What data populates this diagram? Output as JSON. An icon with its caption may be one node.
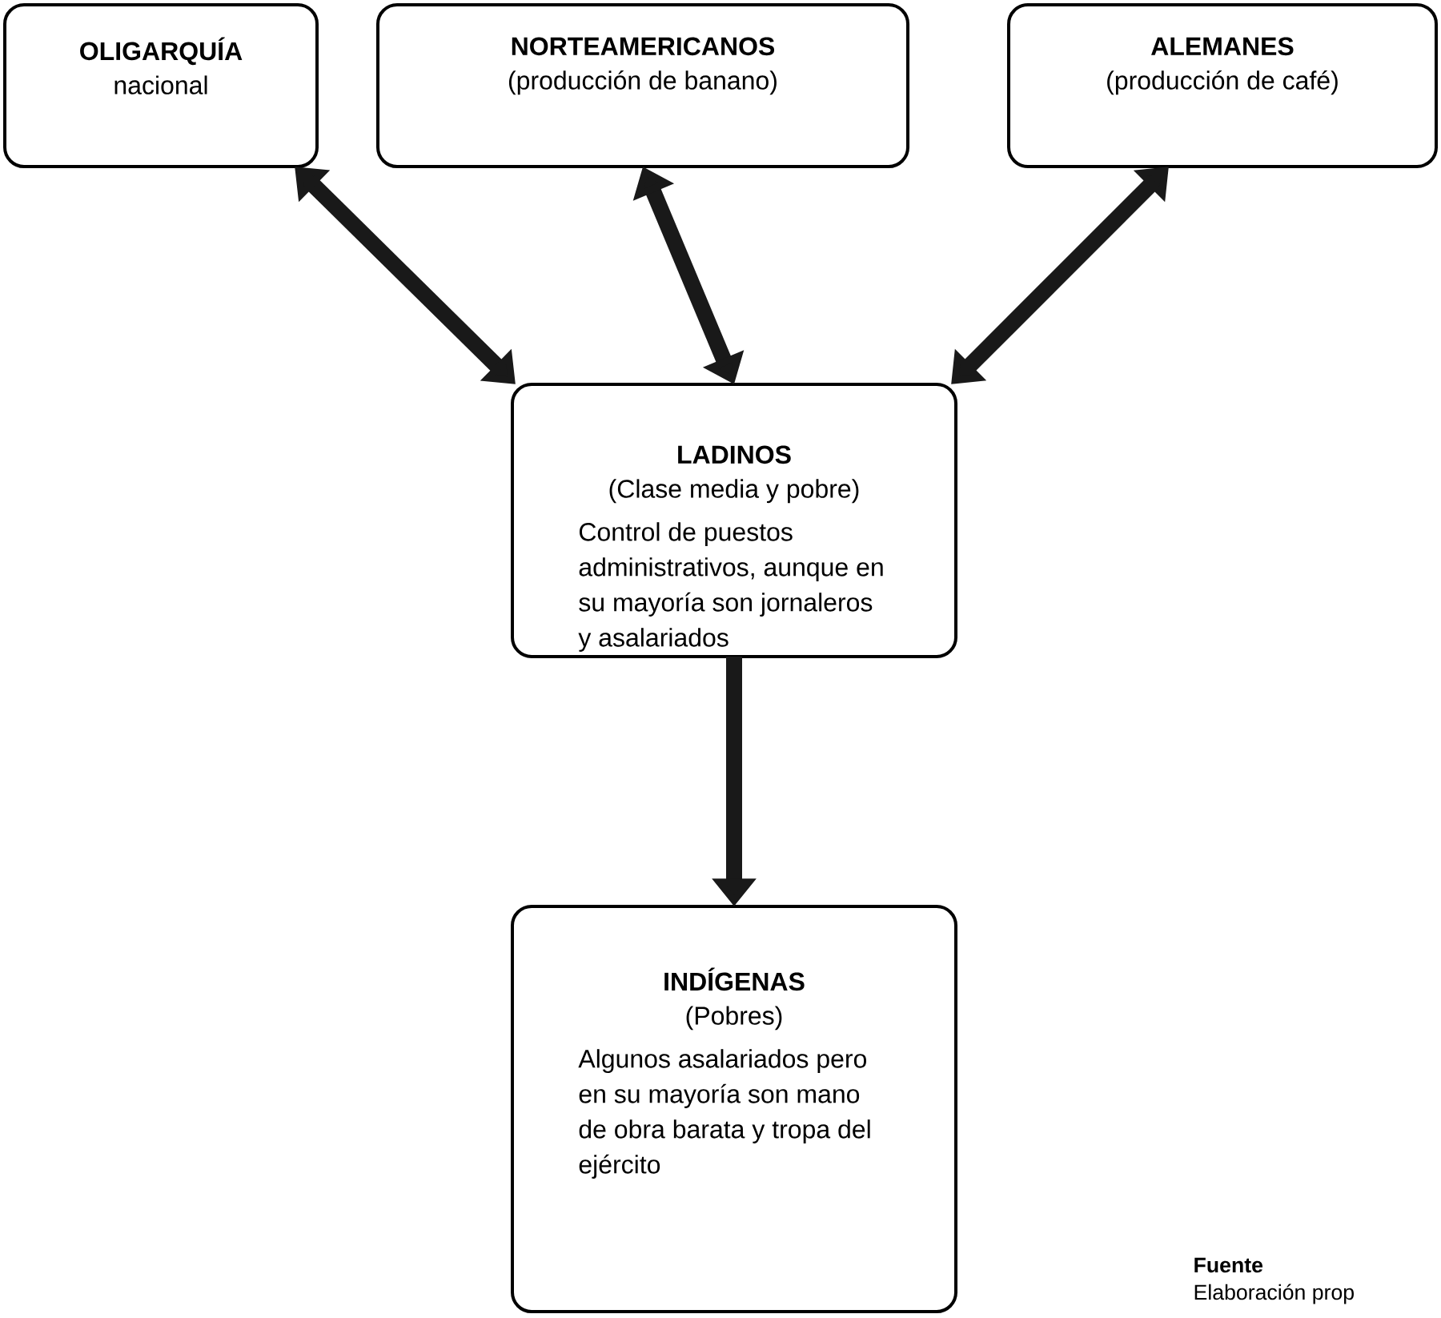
{
  "diagram": {
    "nodes": [
      {
        "text": [
          "OLIGARQUÍA",
          "nacional"
        ]
      },
      {
        "text": [
          "NORTEAMERICANOS",
          "(producción de banano)"
        ]
      },
      {
        "text": [
          "ALEMANES",
          "(producción de café)"
        ]
      },
      {
        "text": [
          "LADINOS",
          "(Clase media y pobre)",
          "Control de puestos administrativos, aunque en su mayoría son jornaleros y asalariados"
        ]
      },
      {
        "text": [
          "INDÍGENAS",
          "(Pobres)",
          "Algunos asalariados pero en su mayoría son mano de obra barata y tropa del ejército"
        ]
      }
    ],
    "edges": [
      {
        "from": 0,
        "to": 3,
        "arrow": "both"
      },
      {
        "from": 1,
        "to": 3,
        "arrow": "both"
      },
      {
        "from": 2,
        "to": 3,
        "arrow": "both"
      },
      {
        "from": 3,
        "to": 4,
        "arrow": "to"
      }
    ],
    "labels": [
      "Fuente",
      "Elaboración prop"
    ]
  }
}
